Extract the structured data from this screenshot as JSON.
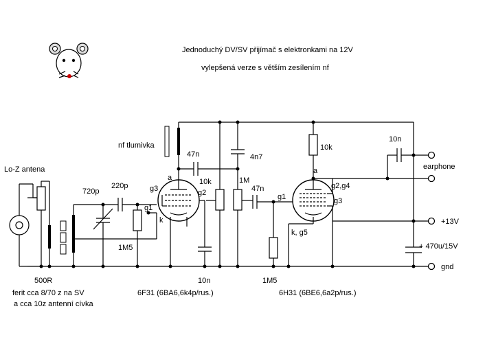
{
  "title": {
    "line1": "Jednoduchý DV/SV přijímač s elektronkami na 12V",
    "line2": "vylepšená verze s větším zesílením nf"
  },
  "labels": {
    "antenna": "Lo-Z antena",
    "pot_500r": "500R",
    "ferrite_note1": "ferit cca 8/70 z na SV",
    "ferrite_note2": "a cca 10z antenní cívka",
    "c_720p": "720p",
    "c_220p": "220p",
    "r_1m5_grid": "1M5",
    "c_47n_a": "47n",
    "nf_choke": "nf tlumivka",
    "r_10k_pot": "10k",
    "c_4n7": "4n7",
    "r_1m_pot": "1M",
    "c_47n_b": "47n",
    "c_10n_g2": "10n",
    "r_1m5_g": "1M5",
    "tube1_name": "6F31 (6BA6,6k4p/rus.)",
    "tube2_name": "6H31 (6BE6,6a2p/rus.)",
    "r_10k_anode": "10k",
    "c_10n_out": "10n",
    "earphone": "earphone",
    "supply": "+13V",
    "c_470u": "+ 470u/15V",
    "gnd": "gnd",
    "t1_a": "a",
    "t1_g1": "g1",
    "t1_g2": "g2",
    "t1_g3": "g3",
    "t1_k": "k",
    "t2_a": "a",
    "t2_g1": "g1",
    "t2_g24": "g2,g4",
    "t2_g3": "g3",
    "t2_k": "k, g5"
  }
}
